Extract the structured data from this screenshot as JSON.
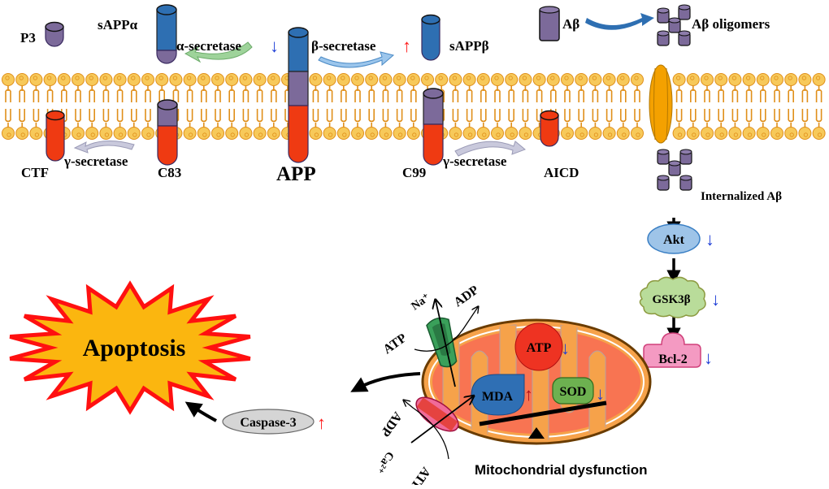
{
  "diagram": {
    "title": "Aβ-induced mitochondrial dysfunction and apoptosis pathway",
    "colors": {
      "membrane_head": "#f7c95a",
      "membrane_outline": "#e08f1a",
      "app_blue": "#2e6fb2",
      "app_purple": "#7c6a9a",
      "app_red": "#ef3a12",
      "down_arrow": "#1f3fd6",
      "up_arrow": "#ff1a1a",
      "up_arrow_dark": "#b0101a",
      "akt_fill": "#9ec4e8",
      "gsk_fill": "#b9dc9a",
      "bcl_fill": "#f49ac2",
      "caspase_fill": "#d5d5d5",
      "apoptosis_fill": "#fbb60f",
      "apoptosis_outline": "#ff1010",
      "mito_outer": "#f6a24a",
      "mito_inner": "#f87452",
      "mda_fill": "#2f6fb4",
      "sod_fill": "#6db150",
      "atp_fill": "#ee3322",
      "channel_pore": "#f4a100"
    },
    "membrane_labels": {
      "p3": "P3",
      "sapp_alpha": "sAPPα",
      "alpha_secretase": "α-secretase",
      "beta_secretase": "β-secretase",
      "sapp_beta": "sAPPβ",
      "ctf": "CTF",
      "gamma_secretase_left": "γ-secretase",
      "c83": "C83",
      "app": "APP",
      "c99": "C99",
      "gamma_secretase_right": "γ-secretase",
      "aicd": "AICD"
    },
    "abeta": {
      "monomer": "Aβ",
      "oligomers": "Aβ oligomers",
      "internalized": "Internalized Aβ"
    },
    "signaling": [
      {
        "name": "Akt",
        "trend": "down",
        "arrow": "↓"
      },
      {
        "name": "GSK3β",
        "trend": "down",
        "arrow": "↓"
      },
      {
        "name": "Bcl-2",
        "trend": "down",
        "arrow": "↓"
      }
    ],
    "mitochondria": {
      "label": "Mitochondrial dysfunction",
      "atp": {
        "name": "ATP",
        "trend": "down",
        "arrow": "↓"
      },
      "mda": {
        "name": "MDA",
        "trend": "up",
        "arrow": "↑"
      },
      "sod": {
        "name": "SOD",
        "trend": "down",
        "arrow": "↓"
      },
      "na_pump": {
        "atp": "ATP",
        "adp": "ADP",
        "ion": "Na⁺"
      },
      "ca_pump": {
        "atp": "ATP",
        "adp": "ADP",
        "ion": "Ca²⁺"
      }
    },
    "caspase": {
      "name": "Caspase-3",
      "trend": "up",
      "arrow": "↑"
    },
    "apoptosis": "Apoptosis",
    "trend_arrows": {
      "alpha_secretase": "↓",
      "beta_secretase": "↑"
    }
  }
}
